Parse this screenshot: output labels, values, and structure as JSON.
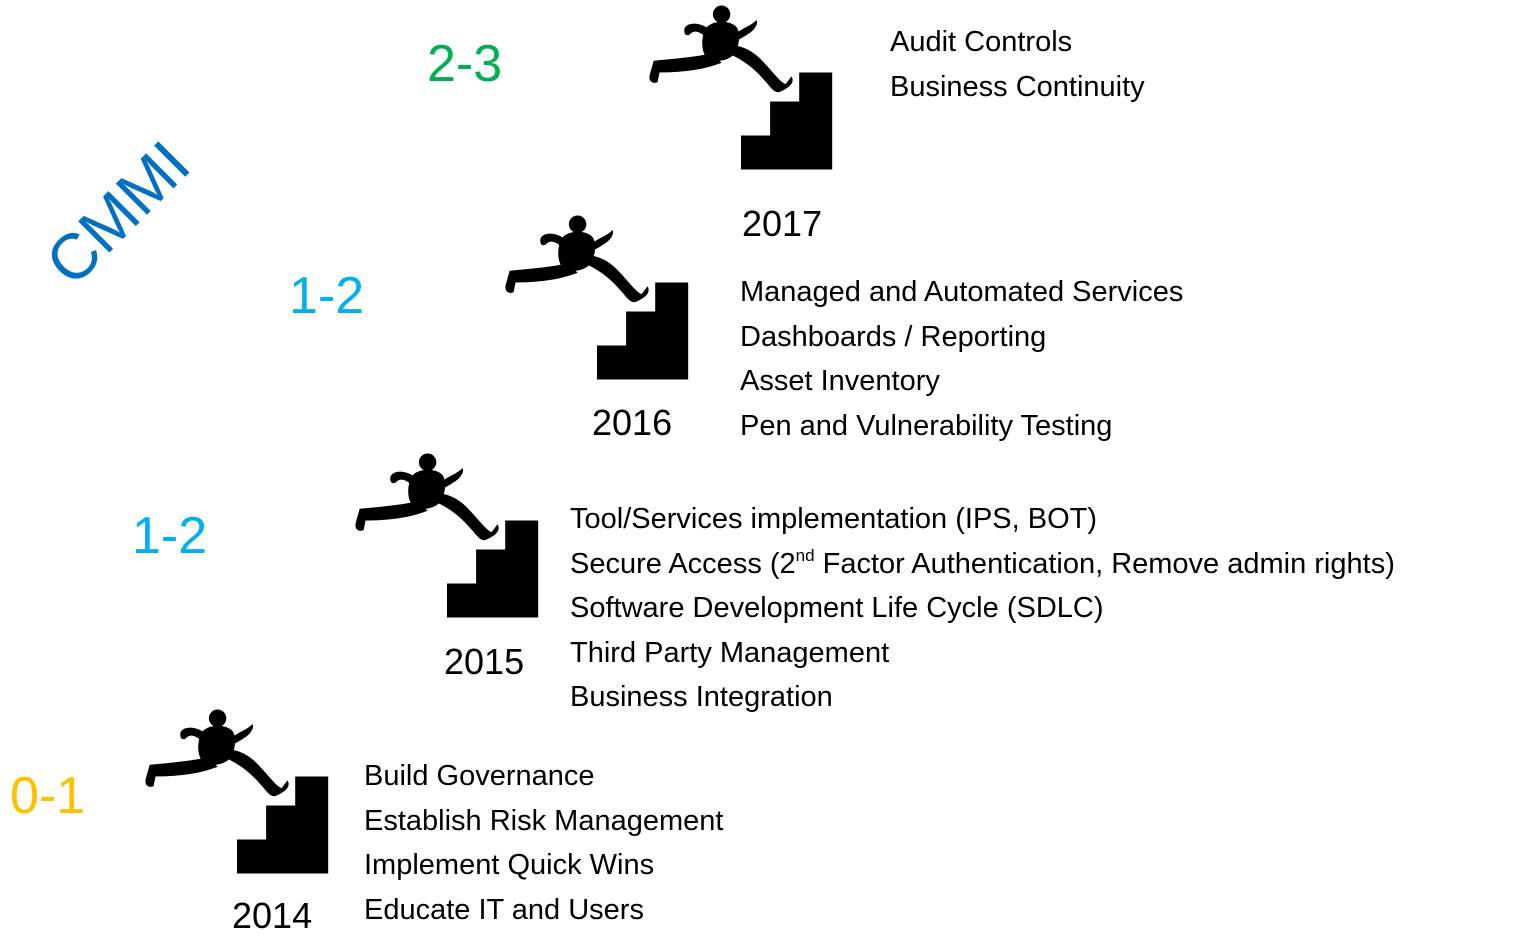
{
  "diagram": {
    "title": "CMMI",
    "colors": {
      "title": "#0070c0",
      "level_2_3": "#00b050",
      "level_1_2": "#00b0f0",
      "level_0_1": "#ffc000"
    },
    "icon": "running-person-stairs-icon",
    "steps": [
      {
        "year": "2017",
        "level": "2-3",
        "items": [
          "Audit Controls",
          "Business Continuity"
        ]
      },
      {
        "year": "2016",
        "level": "1-2",
        "items": [
          "Managed and Automated Services",
          "Dashboards / Reporting",
          "Asset Inventory",
          "Pen and Vulnerability Testing"
        ]
      },
      {
        "year": "2015",
        "level": "1-2",
        "items": [
          "Tool/Services implementation (IPS, BOT)",
          {
            "prefix": "Secure Access (2",
            "sup": "nd",
            "suffix": " Factor Authentication, Remove admin rights)"
          },
          "Software Development Life Cycle (SDLC)",
          "Third Party Management",
          "Business Integration"
        ]
      },
      {
        "year": "2014",
        "level": "0-1",
        "items": [
          "Build Governance",
          "Establish Risk Management",
          "Implement Quick Wins",
          "Educate IT and Users"
        ]
      }
    ]
  }
}
